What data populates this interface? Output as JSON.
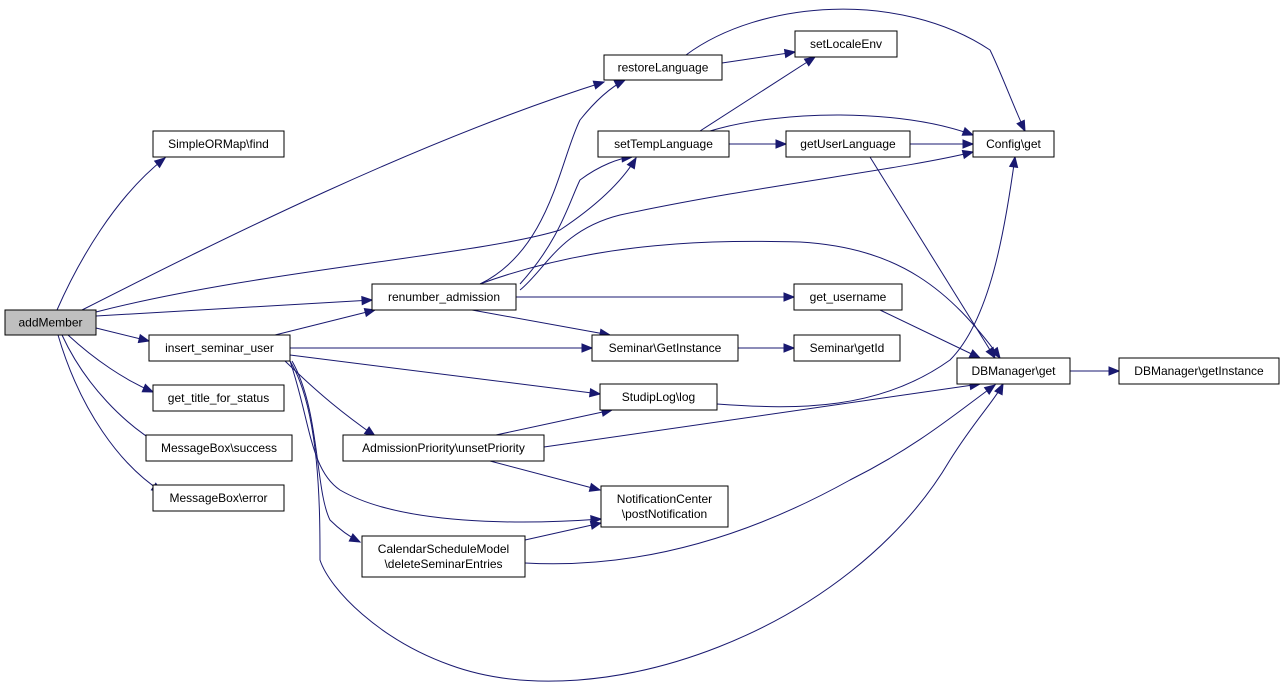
{
  "graph": {
    "title": "",
    "edge_color": "#191970",
    "root_fill": "#bfbfbf",
    "nodes": [
      {
        "id": "addMember",
        "lines": [
          "addMember"
        ],
        "root": true
      },
      {
        "id": "find",
        "lines": [
          "SimpleORMap\\find"
        ]
      },
      {
        "id": "restoreLanguage",
        "lines": [
          "restoreLanguage"
        ]
      },
      {
        "id": "setLocaleEnv",
        "lines": [
          "setLocaleEnv"
        ]
      },
      {
        "id": "setTempLanguage",
        "lines": [
          "setTempLanguage"
        ]
      },
      {
        "id": "getUserLanguage",
        "lines": [
          "getUserLanguage"
        ]
      },
      {
        "id": "configGet",
        "lines": [
          "Config\\get"
        ]
      },
      {
        "id": "renumber",
        "lines": [
          "renumber_admission"
        ]
      },
      {
        "id": "getUsername",
        "lines": [
          "get_username"
        ]
      },
      {
        "id": "insertSeminarUser",
        "lines": [
          "insert_seminar_user"
        ]
      },
      {
        "id": "seminarGetInstance",
        "lines": [
          "Seminar\\GetInstance"
        ]
      },
      {
        "id": "seminarGetId",
        "lines": [
          "Seminar\\getId"
        ]
      },
      {
        "id": "dbGet",
        "lines": [
          "DBManager\\get"
        ]
      },
      {
        "id": "dbGetInstance",
        "lines": [
          "DBManager\\getInstance"
        ]
      },
      {
        "id": "titleForStatus",
        "lines": [
          "get_title_for_status"
        ]
      },
      {
        "id": "studipLog",
        "lines": [
          "StudipLog\\log"
        ]
      },
      {
        "id": "msgSuccess",
        "lines": [
          "MessageBox\\success"
        ]
      },
      {
        "id": "unsetPriority",
        "lines": [
          "AdmissionPriority\\unsetPriority"
        ]
      },
      {
        "id": "msgError",
        "lines": [
          "MessageBox\\error"
        ]
      },
      {
        "id": "postNotification",
        "lines": [
          "NotificationCenter",
          "\\postNotification"
        ]
      },
      {
        "id": "deleteSeminarEntries",
        "lines": [
          "CalendarScheduleModel",
          "\\deleteSeminarEntries"
        ]
      }
    ],
    "edges": [
      {
        "from": "addMember",
        "to": "find"
      },
      {
        "from": "addMember",
        "to": "restoreLanguage"
      },
      {
        "from": "addMember",
        "to": "setTempLanguage"
      },
      {
        "from": "addMember",
        "to": "renumber"
      },
      {
        "from": "addMember",
        "to": "insertSeminarUser"
      },
      {
        "from": "addMember",
        "to": "titleForStatus"
      },
      {
        "from": "addMember",
        "to": "msgSuccess"
      },
      {
        "from": "addMember",
        "to": "msgError"
      },
      {
        "from": "restoreLanguage",
        "to": "setLocaleEnv"
      },
      {
        "from": "restoreLanguage",
        "to": "configGet"
      },
      {
        "from": "setTempLanguage",
        "to": "setLocaleEnv"
      },
      {
        "from": "setTempLanguage",
        "to": "getUserLanguage"
      },
      {
        "from": "setTempLanguage",
        "to": "configGet"
      },
      {
        "from": "getUserLanguage",
        "to": "configGet"
      },
      {
        "from": "getUserLanguage",
        "to": "dbGet"
      },
      {
        "from": "renumber",
        "to": "restoreLanguage"
      },
      {
        "from": "renumber",
        "to": "setTempLanguage"
      },
      {
        "from": "renumber",
        "to": "configGet"
      },
      {
        "from": "renumber",
        "to": "dbGet"
      },
      {
        "from": "renumber",
        "to": "getUsername"
      },
      {
        "from": "renumber",
        "to": "seminarGetInstance"
      },
      {
        "from": "getUsername",
        "to": "dbGet"
      },
      {
        "from": "insertSeminarUser",
        "to": "renumber"
      },
      {
        "from": "insertSeminarUser",
        "to": "seminarGetInstance"
      },
      {
        "from": "insertSeminarUser",
        "to": "studipLog"
      },
      {
        "from": "insertSeminarUser",
        "to": "unsetPriority"
      },
      {
        "from": "insertSeminarUser",
        "to": "postNotification"
      },
      {
        "from": "insertSeminarUser",
        "to": "deleteSeminarEntries"
      },
      {
        "from": "insertSeminarUser",
        "to": "dbGet"
      },
      {
        "from": "seminarGetInstance",
        "to": "seminarGetId"
      },
      {
        "from": "studipLog",
        "to": "configGet"
      },
      {
        "from": "unsetPriority",
        "to": "studipLog"
      },
      {
        "from": "unsetPriority",
        "to": "dbGet"
      },
      {
        "from": "unsetPriority",
        "to": "postNotification"
      },
      {
        "from": "deleteSeminarEntries",
        "to": "postNotification"
      },
      {
        "from": "deleteSeminarEntries",
        "to": "dbGet"
      },
      {
        "from": "dbGet",
        "to": "dbGetInstance"
      }
    ]
  }
}
